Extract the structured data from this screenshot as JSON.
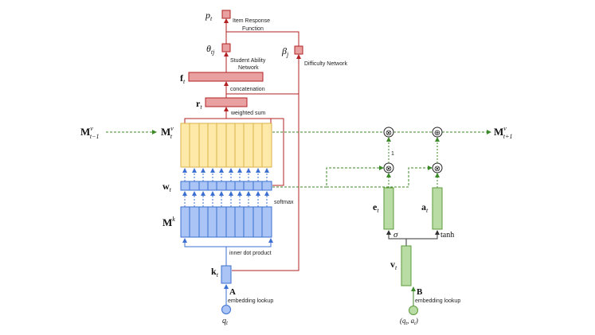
{
  "colors": {
    "red_fill": "#e8a0a0",
    "red_stroke": "#b22222",
    "yellow_fill": "#ffe9a8",
    "yellow_stroke": "#d9b24a",
    "blue_fill": "#a9c4f5",
    "blue_stroke": "#3b6fd1",
    "green_fill": "#b9dca4",
    "green_stroke": "#5a9a3a",
    "green_line": "#3d8a2a"
  },
  "labels": {
    "p_t": "p",
    "p_t_sub": "t",
    "item_response_1": "Item Response",
    "item_response_2": "Function",
    "theta": "θ",
    "theta_sub": "tj",
    "beta": "β",
    "beta_sub": "j",
    "student_ability_1": "Student Ability",
    "student_ability_2": "Network",
    "difficulty_network": "Difficulty Network",
    "f_t": "f",
    "f_t_sub": "t",
    "concatenation": "concatenation",
    "r_t": "r",
    "r_t_sub": "t",
    "weighted_sum": "weighted sum",
    "M_prev": "M",
    "M_prev_sup": "v",
    "M_prev_sub": "t−1",
    "M_cur": "M",
    "M_cur_sup": "v",
    "M_cur_sub": "t",
    "M_next": "M",
    "M_next_sup": "v",
    "M_next_sub": "t+1",
    "w_t": "w",
    "w_t_sub": "t",
    "softmax": "softmax",
    "M_k": "M",
    "M_k_sup": "k",
    "inner_dot_product": "inner dot product",
    "k_t": "k",
    "k_t_sub": "t",
    "A": "A",
    "embedding_lookup_left": "embedding lookup",
    "q_t": "q",
    "q_t_sub": "t",
    "one": "1",
    "e_t": "e",
    "e_t_sub": "t",
    "a_t": "a",
    "a_t_sub": "t",
    "sigma": "σ",
    "tanh": "tanh",
    "v_t": "v",
    "v_t_sub": "t",
    "B": "B",
    "embedding_lookup_right": "embedding lookup",
    "qa_input": "(q",
    "qa_input_sub1": "t",
    "qa_input_mid": ", a",
    "qa_input_sub2": "t",
    "qa_input_end": ")",
    "otimes": "⊗",
    "oplus": "⊕"
  }
}
